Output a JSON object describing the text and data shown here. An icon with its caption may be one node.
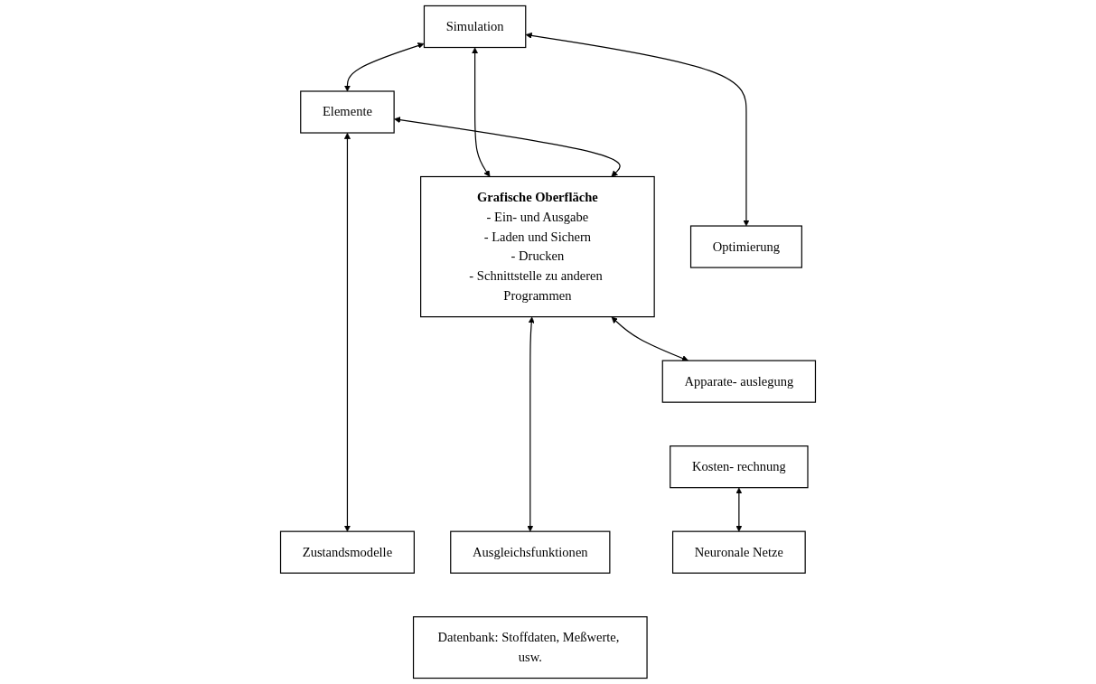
{
  "diagram": {
    "nodes": [
      {
        "text": [
          "Simulation"
        ]
      },
      {
        "text": [
          "Elemente"
        ]
      },
      {
        "text": [
          "Grafische Oberfläche",
          "- Ein- und Ausgabe",
          "- Laden und Sichern",
          "- Drucken",
          "- Schnittstelle zu anderen Programmen"
        ]
      },
      {
        "text": [
          "Optimierung"
        ]
      },
      {
        "text": [
          "Apparate- auslegung"
        ]
      },
      {
        "text": [
          "Kosten- rechnung"
        ]
      },
      {
        "text": [
          "Zustandsmodelle"
        ]
      },
      {
        "text": [
          "Ausgleichsfunktionen"
        ]
      },
      {
        "text": [
          "Neuronale Netze"
        ]
      },
      {
        "text": [
          "Datenbank: Stoffdaten, Meßwerte, usw."
        ]
      }
    ],
    "edges": [
      {
        "from": 0,
        "to": 1,
        "arrow": "both"
      },
      {
        "from": 0,
        "to": 2,
        "arrow": "both"
      },
      {
        "from": 0,
        "to": 3,
        "arrow": "both"
      },
      {
        "from": 1,
        "to": 2,
        "arrow": "both"
      },
      {
        "from": 2,
        "to": 4,
        "arrow": "both"
      },
      {
        "from": 1,
        "to": 6,
        "arrow": "both"
      },
      {
        "from": 2,
        "to": 7,
        "arrow": "both"
      },
      {
        "from": 5,
        "to": 8,
        "arrow": "both"
      }
    ]
  }
}
